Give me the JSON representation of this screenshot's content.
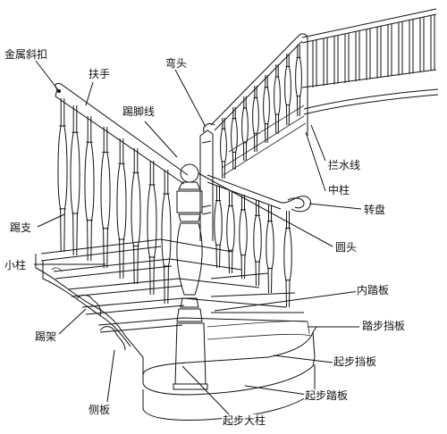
{
  "labels": {
    "metal_clip": "金属斜扣",
    "handrail": "扶手",
    "gooseneck": "弯头",
    "kick_line": "踢脚线",
    "water_line": "拦水线",
    "middle_post": "中柱",
    "volute": "转盘",
    "round_cap": "圆头",
    "baluster_support": "踢支",
    "small_post": "小柱",
    "inner_tread": "内踏板",
    "riser_board": "踏步挡板",
    "stringer_frame": "踢架",
    "starting_riser": "起步挡板",
    "side_board": "侧板",
    "starting_tread": "起步踏板",
    "starting_newel": "起步大柱"
  }
}
